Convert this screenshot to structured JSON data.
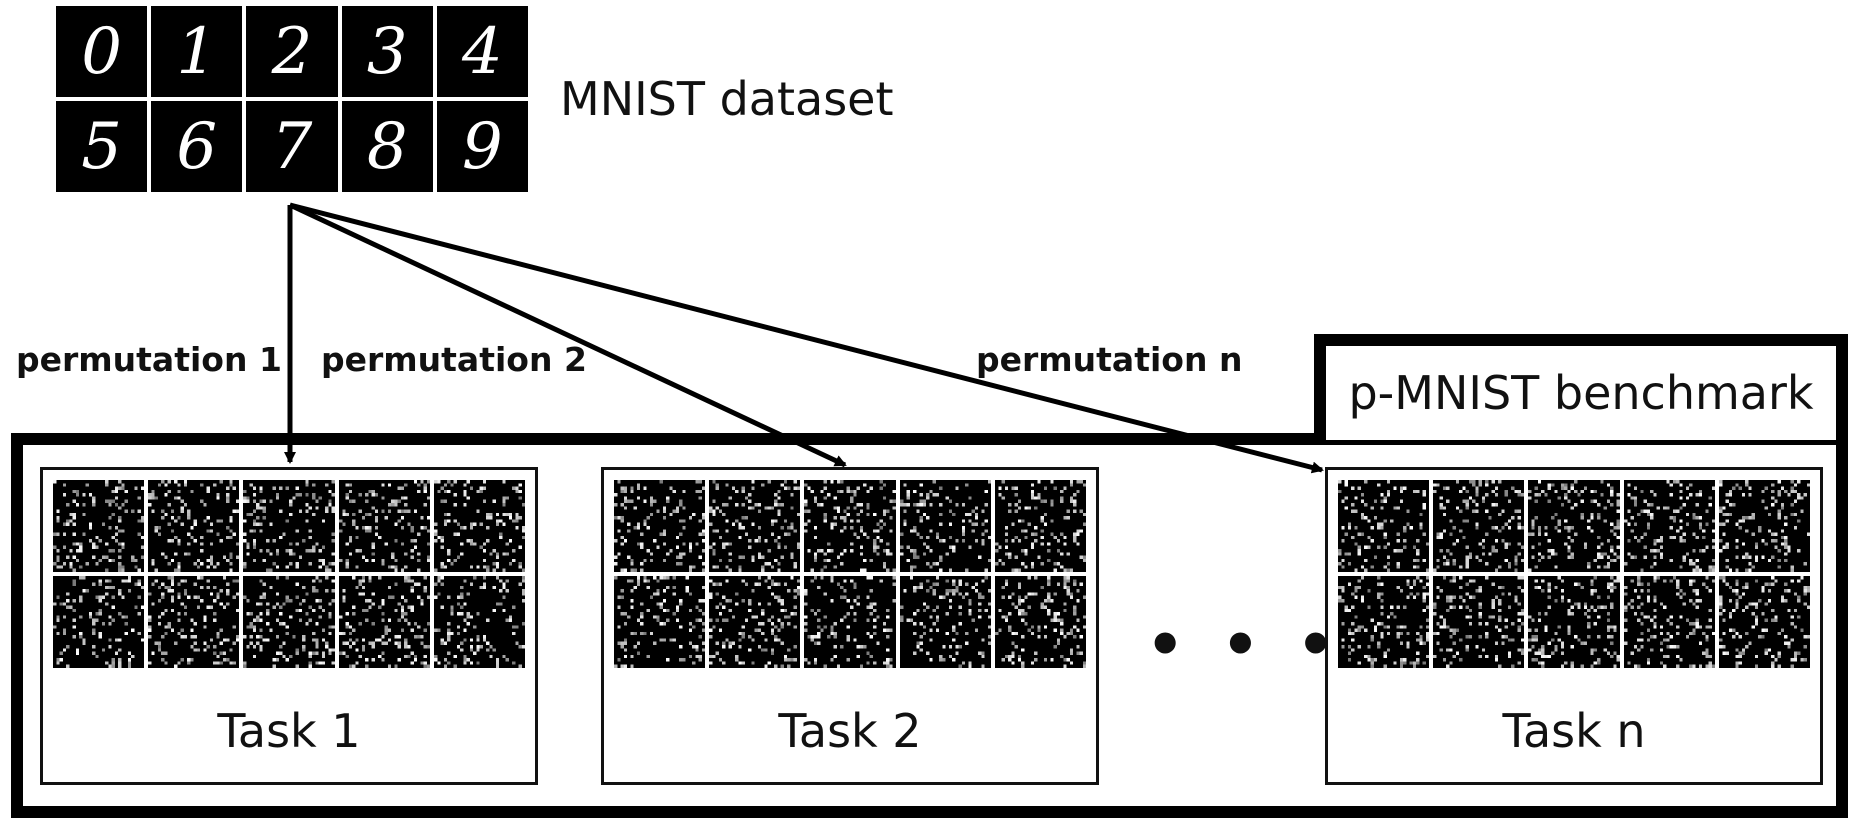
{
  "dataset": {
    "label": "MNIST dataset",
    "digits": [
      "0",
      "1",
      "2",
      "3",
      "4",
      "5",
      "6",
      "7",
      "8",
      "9"
    ]
  },
  "permutations": {
    "p1": "permutation 1",
    "p2": "permutation 2",
    "pn": "permutation n"
  },
  "benchmark": {
    "label": "p-MNIST benchmark",
    "ellipsis": "• • •",
    "tasks": [
      {
        "label": "Task 1"
      },
      {
        "label": "Task 2"
      },
      {
        "label": "Task n"
      }
    ]
  },
  "colors": {
    "frame": "#000000",
    "pixel": "#000000",
    "noise": "#ffffff"
  }
}
